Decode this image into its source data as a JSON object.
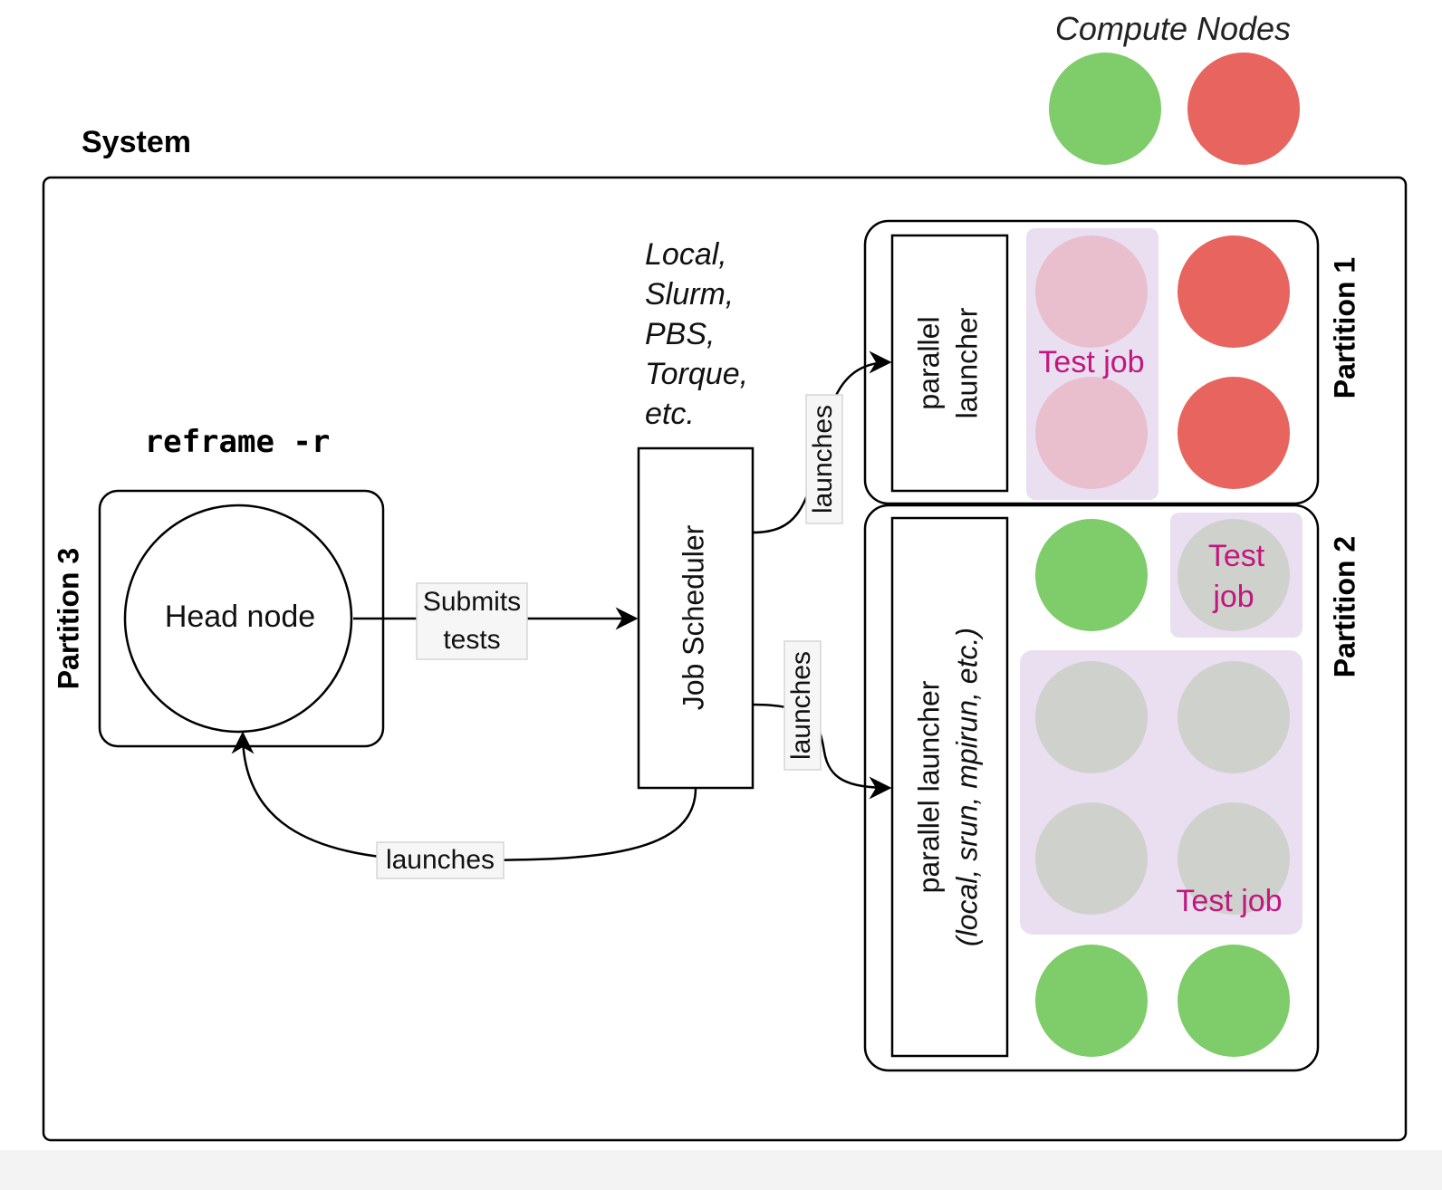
{
  "colors": {
    "node_free": "#7fcc6a",
    "node_busy": "#e8645f",
    "job_bg": "#e9dff0",
    "job_text": "#c2177f",
    "p1_job_node": "#e9bfcd",
    "p2_job_node": "#cfd2cc",
    "stroke": "#000000"
  },
  "legend": {
    "title": "Compute Nodes"
  },
  "system": {
    "label": "System"
  },
  "head": {
    "command": "reframe -r",
    "partition_label": "Partition 3",
    "node_label": "Head node"
  },
  "scheduler": {
    "label": "Job Scheduler",
    "types": [
      "Local,",
      "Slurm,",
      "PBS,",
      "Torque,",
      "etc."
    ]
  },
  "edges": {
    "submits_line1": "Submits",
    "submits_line2": "tests",
    "launch_p1": "launches",
    "launch_p2": "launches",
    "launch_head": "launches"
  },
  "partition1": {
    "label": "Partition 1",
    "launcher_line1": "parallel",
    "launcher_line2": "launcher",
    "job_label": "Test job"
  },
  "partition2": {
    "label": "Partition 2",
    "launcher_line1": "parallel launcher",
    "launcher_line2": "(local, srun, mpirun, etc.)",
    "job_small_line1": "Test",
    "job_small_line2": "job",
    "job_large_label": "Test job"
  }
}
